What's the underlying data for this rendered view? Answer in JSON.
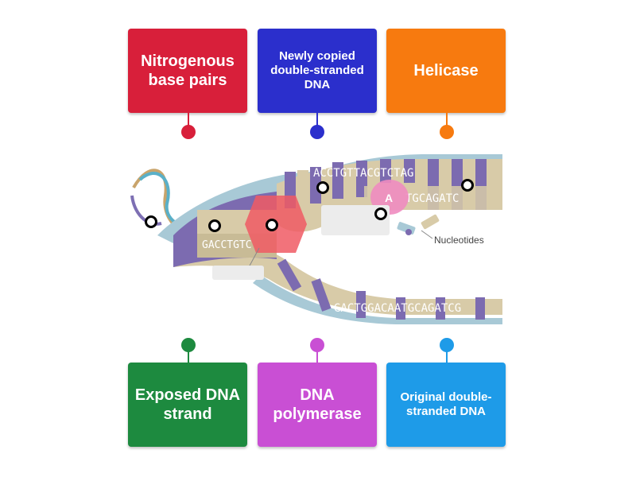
{
  "tiles_top": [
    {
      "label": "Nitrogenous base pairs",
      "color": "#d81f3a"
    },
    {
      "label": "Newly copied double-stranded DNA",
      "color": "#2b2fcc"
    },
    {
      "label": "Helicase",
      "color": "#f77a0f"
    }
  ],
  "tiles_bottom": [
    {
      "label": "Exposed DNA strand",
      "color": "#1d8a3f"
    },
    {
      "label": "DNA polymerase",
      "color": "#c94fd4"
    },
    {
      "label": "Original double-stranded DNA",
      "color": "#1e9be8"
    }
  ],
  "diagram": {
    "label": "Nucleotides",
    "top_strand_letters": "ACCTGTTACGTCTAG",
    "top_inner_letters": "TGCAGATC",
    "bottom_strand_letters": "GACTGGACAATGCAGATCG",
    "left_letters": "GACCTGTC",
    "enzyme_letter": "A"
  }
}
